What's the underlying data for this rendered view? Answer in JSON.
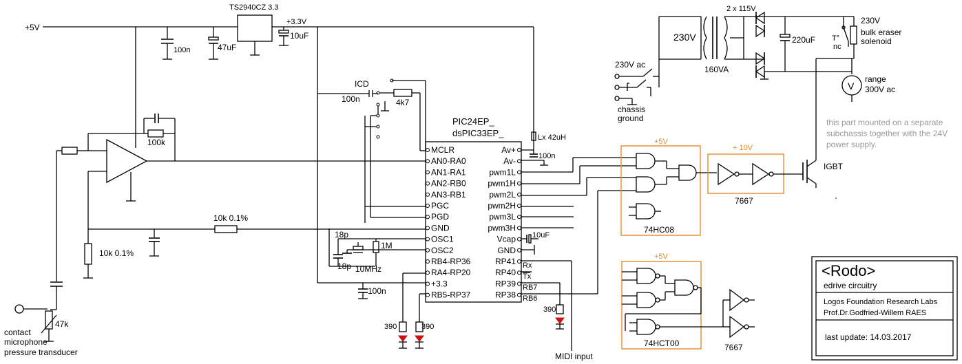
{
  "labels": {
    "vcc": "+5V",
    "reg": "TS2940CZ 3.3",
    "v33": "+3.3V",
    "c100n_a": "100n",
    "c47u": "47uF",
    "c10u_a": "10uF",
    "r100k": "100k",
    "icd": "ICD",
    "c100n_b": "100n",
    "r4k7": "4k7",
    "r10k_a": "10k 0.1%",
    "r10k_b": "10k 0.1%",
    "c18p_a": "18p",
    "c18p_b": "18p",
    "xtal": "10MHz",
    "r1m": "1M",
    "c100n_c": "100n",
    "r390_a": "390",
    "r390_b": "390",
    "r390_c": "390",
    "lx": "Lx  42uH",
    "c100n_d": "100n",
    "c10u_b": "10uF",
    "rx": "Rx",
    "tx": "Tx",
    "rb7": "RB7",
    "rb6": "RB6",
    "midi": "MIDI input",
    "mic1": "contact",
    "mic2": "microphone",
    "mic3": "pressure transducer",
    "r47k": "47k",
    "vplus5_a": "+5V",
    "vplus10": "+ 10V",
    "hc08": "74HC08",
    "d7667_a": "7667",
    "vplus5_b": "+5V",
    "hct00": "74HCT00",
    "d7667_b": "7667",
    "ac1": "230V ac",
    "chassis1": "chassis",
    "chassis2": "ground",
    "trafo_pri": "230V",
    "trafo_sec": "2 x 115V",
    "trafo_va": "160VA",
    "c220u": "220uF",
    "sol1": "230V",
    "sol2": "bulk eraser",
    "sol3": "solenoid",
    "thermo1": "T°",
    "thermo2": "nc",
    "meter": "V",
    "range1": "range",
    "range2": "300V ac",
    "note1": "this part mounted on a separate",
    "note2": "subchassis together with the 24V",
    "note3": "power supply.",
    "igbt": "IGBT"
  },
  "chip": {
    "name1": "PIC24EP_",
    "name2": "dsPIC33EP_",
    "left_pins": [
      "MCLR",
      "AN0-RA0",
      "AN1-RA1",
      "AN2-RB0",
      "AN3-RB1",
      "PGC",
      "PGD",
      "GND",
      "OSC1",
      "OSC2",
      "RB4-RP36",
      "RA4-RP20",
      "+3.3",
      "RB5-RP37"
    ],
    "right_pins": [
      "Av+",
      "Av-",
      "pwm1L",
      "pwm1H",
      "pwm2L",
      "pwm2H",
      "pwm3L",
      "pwm3H",
      "Vcap",
      "GND",
      "RP41",
      "RP40",
      "RP39",
      "RP38"
    ]
  },
  "titleblock": {
    "brand": "<Rodo>",
    "subtitle": "edrive circuitry",
    "org": "Logos Foundation Research Labs",
    "author": "Prof.Dr.Godfried-Willem RAES",
    "updated": "last update:  14.03.2017"
  }
}
